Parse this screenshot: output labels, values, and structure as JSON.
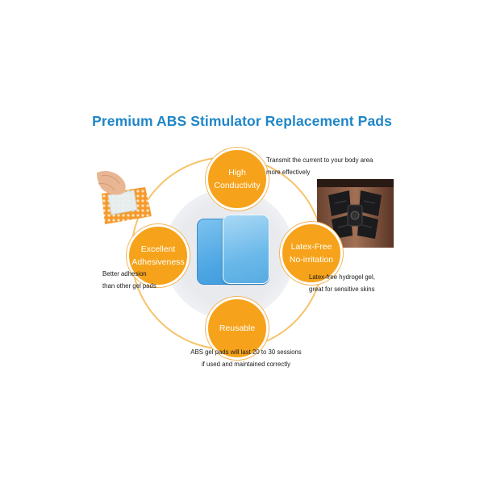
{
  "title": "Premium ABS Stimulator Replacement Pads",
  "features": {
    "top": {
      "line1": "High",
      "line2": "Conductivity",
      "desc_line1": "Transmit the current to your body area",
      "desc_line2": "more effectively"
    },
    "left": {
      "line1": "Excellent",
      "line2": "Adhesiveness",
      "desc_line1": "Better adhesion",
      "desc_line2": "than other gel pads"
    },
    "right": {
      "line1": "Latex-Free",
      "line2": "No-irritation",
      "desc_line1": "Latex-free hydrogel gel,",
      "desc_line2": "great for sensitive skins"
    },
    "bottom": {
      "line1": "Reusable",
      "desc_line1": "ABS gel pads will last 20 to 30 sessions",
      "desc_line2": "if used and maintained correctly"
    }
  },
  "colors": {
    "title": "#1f86c7",
    "node": "#f6a31b",
    "ring": "#f6c36a",
    "pad": "#4fa8e4"
  },
  "images": [
    "hand-peeling-gel-pad-photo",
    "abs-stimulator-on-torso-photo",
    "blue-gel-pads-photo"
  ]
}
